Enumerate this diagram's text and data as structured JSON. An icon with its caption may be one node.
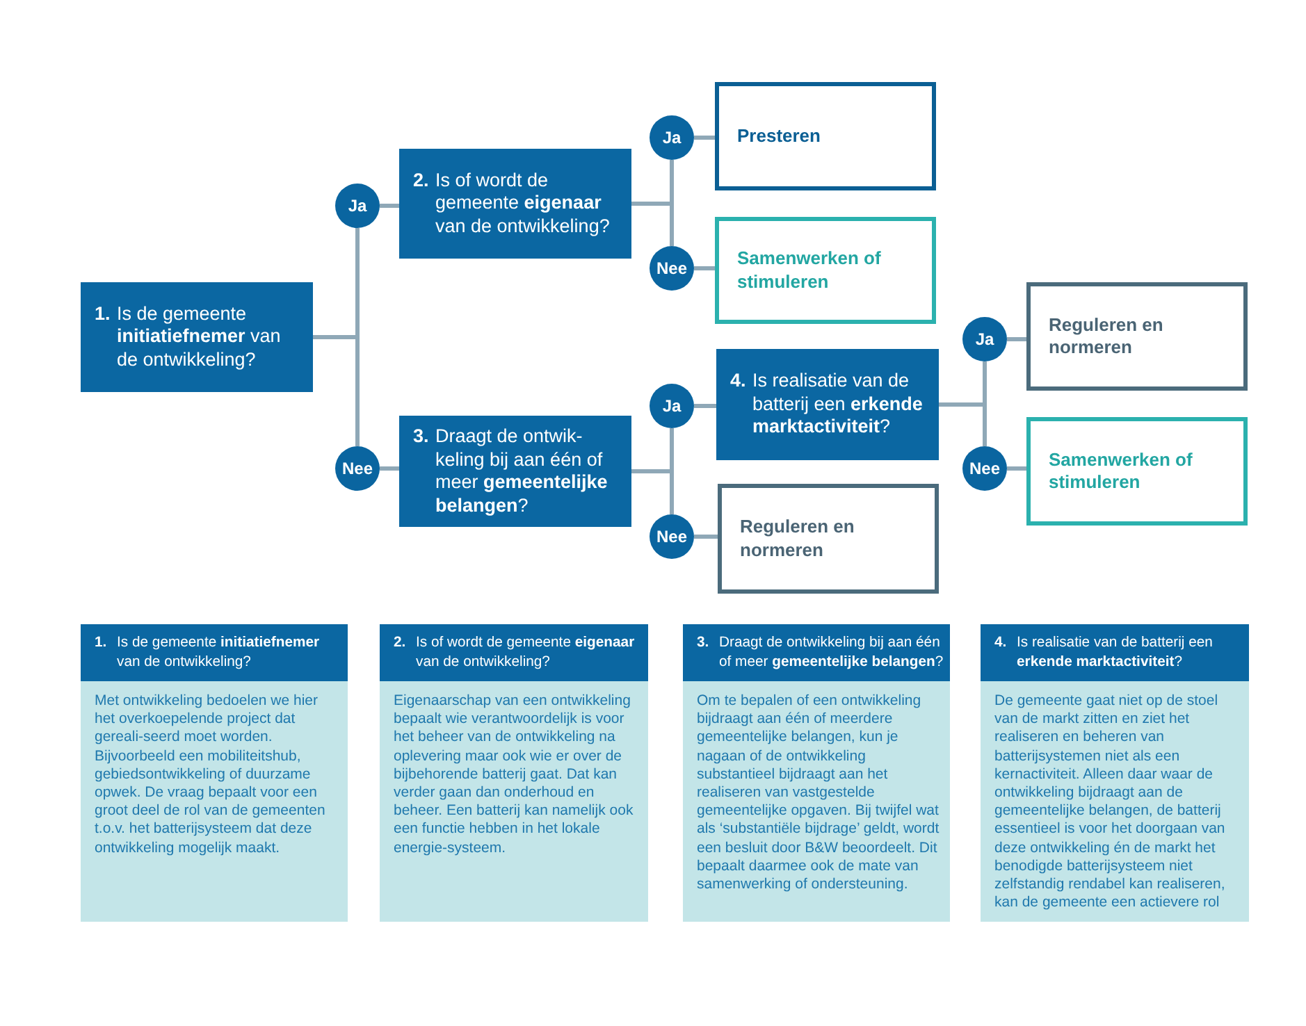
{
  "diagram": {
    "nodes": [
      {
        "text": [
          "1.",
          "Is de gemeente **initiatiefnemer** van de ontwikkeling?"
        ]
      },
      {
        "text": [
          "Ja"
        ]
      },
      {
        "text": [
          "Nee"
        ]
      },
      {
        "text": [
          "2.",
          "Is of wordt de gemeente **eigenaar** van de ontwikkeling?"
        ]
      },
      {
        "text": [
          "3.",
          "Draagt de ontwik-keling bij aan één of meer **gemeentelijke belangen**?"
        ]
      },
      {
        "text": [
          "Ja"
        ]
      },
      {
        "text": [
          "Nee"
        ]
      },
      {
        "text": [
          "Ja"
        ]
      },
      {
        "text": [
          "Nee"
        ]
      },
      {
        "text": [
          "Presteren"
        ]
      },
      {
        "text": [
          "Samenwerken of stimuleren"
        ]
      },
      {
        "text": [
          "4.",
          "Is realisatie van de batterij een **erkende marktactiviteit**?"
        ]
      },
      {
        "text": [
          "Reguleren en normeren"
        ]
      },
      {
        "text": [
          "Ja"
        ]
      },
      {
        "text": [
          "Nee"
        ]
      },
      {
        "text": [
          "Reguleren en normeren"
        ]
      },
      {
        "text": [
          "Samenwerken of stimuleren"
        ]
      },
      {
        "text": [
          "1.",
          "Is de gemeente **initiatiefnemer** van de ontwikkeling?",
          "Met ontwikkeling bedoelen we hier het overkoepelende project dat gereali-seerd moet worden. Bijvoorbeeld een mobiliteitshub, gebiedsontwikkeling of duurzame opwek. De vraag bepaalt voor een groot deel de rol van de gemeenten t.o.v. het batterijsysteem dat deze ontwikkeling mogelijk maakt."
        ]
      },
      {
        "text": [
          "2.",
          "Is of wordt de gemeente **eigenaar** van de ontwikkeling?",
          "Eigenaarschap van een ontwikkeling bepaalt wie verantwoordelijk is voor het beheer van de ontwikkeling na oplevering maar ook wie er over de bijbehorende batterij gaat. Dat kan verder gaan dan onderhoud en beheer. Een batterij kan namelijk ook een functie hebben in het lokale energie-systeem."
        ]
      },
      {
        "text": [
          "3.",
          "Draagt de ontwikkeling bij aan één of meer **gemeentelijke belangen**?",
          "Om te bepalen of een ontwikkeling bijdraagt aan één of meerdere gemeentelijke belangen, kun je nagaan of de ontwikkeling substantieel bijdraagt aan het realiseren van vastgestelde gemeentelijke opgaven. Bij twijfel wat als ‘substantiële bijdrage’ geldt, wordt een besluit door B&W beoordeelt. Dit bepaalt daarmee ook de mate van samenwerking of ondersteuning."
        ]
      },
      {
        "text": [
          "4.",
          "Is realisatie van de batterij een **erkende marktactiviteit**?",
          "De gemeente gaat niet op de stoel van de markt zitten en ziet het realiseren en beheren van batterijsystemen niet als een kernactiviteit. Alleen daar waar de ontwikkeling bijdraagt aan de gemeentelijke belangen, de batterij essentieel is voor het doorgaan van deze ontwikkeling én de markt het benodigde batterijsysteem niet zelfstandig rendabel kan realiseren, kan de gemeente een actievere rol"
        ]
      }
    ],
    "edges": [
      {
        "from": 0,
        "to": 1,
        "arrow": "none"
      },
      {
        "from": 0,
        "to": 2,
        "arrow": "none"
      },
      {
        "from": 1,
        "to": 3,
        "arrow": "none"
      },
      {
        "from": 2,
        "to": 4,
        "arrow": "none"
      },
      {
        "from": 3,
        "to": 5,
        "arrow": "none"
      },
      {
        "from": 3,
        "to": 6,
        "arrow": "none"
      },
      {
        "from": 5,
        "to": 9,
        "arrow": "none"
      },
      {
        "from": 6,
        "to": 10,
        "arrow": "none"
      },
      {
        "from": 4,
        "to": 7,
        "arrow": "none"
      },
      {
        "from": 4,
        "to": 8,
        "arrow": "none"
      },
      {
        "from": 7,
        "to": 11,
        "arrow": "none"
      },
      {
        "from": 8,
        "to": 12,
        "arrow": "none"
      },
      {
        "from": 11,
        "to": 13,
        "arrow": "none"
      },
      {
        "from": 11,
        "to": 14,
        "arrow": "none"
      },
      {
        "from": 13,
        "to": 15,
        "arrow": "none"
      },
      {
        "from": 14,
        "to": 16,
        "arrow": "none"
      }
    ]
  }
}
